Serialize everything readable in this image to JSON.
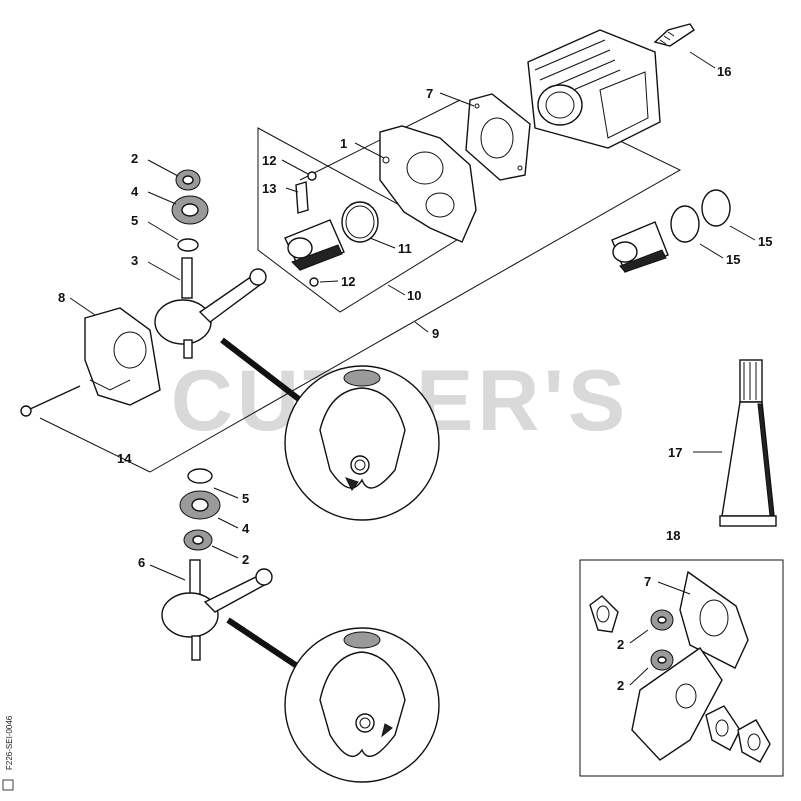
{
  "watermark": "CUTLER'S",
  "drawing_code": "F226-SEI-0046",
  "callouts": {
    "c1": "1",
    "c2a": "2",
    "c2b": "2",
    "c2c": "2",
    "c2d": "2",
    "c3": "3",
    "c4a": "4",
    "c4b": "4",
    "c5a": "5",
    "c5b": "5",
    "c6": "6",
    "c7a": "7",
    "c7b": "7",
    "c8": "8",
    "c9": "9",
    "c10": "10",
    "c11": "11",
    "c12a": "12",
    "c12b": "12",
    "c13": "13",
    "c14": "14",
    "c15a": "15",
    "c15b": "15",
    "c16": "16",
    "c17": "17",
    "c18": "18"
  }
}
